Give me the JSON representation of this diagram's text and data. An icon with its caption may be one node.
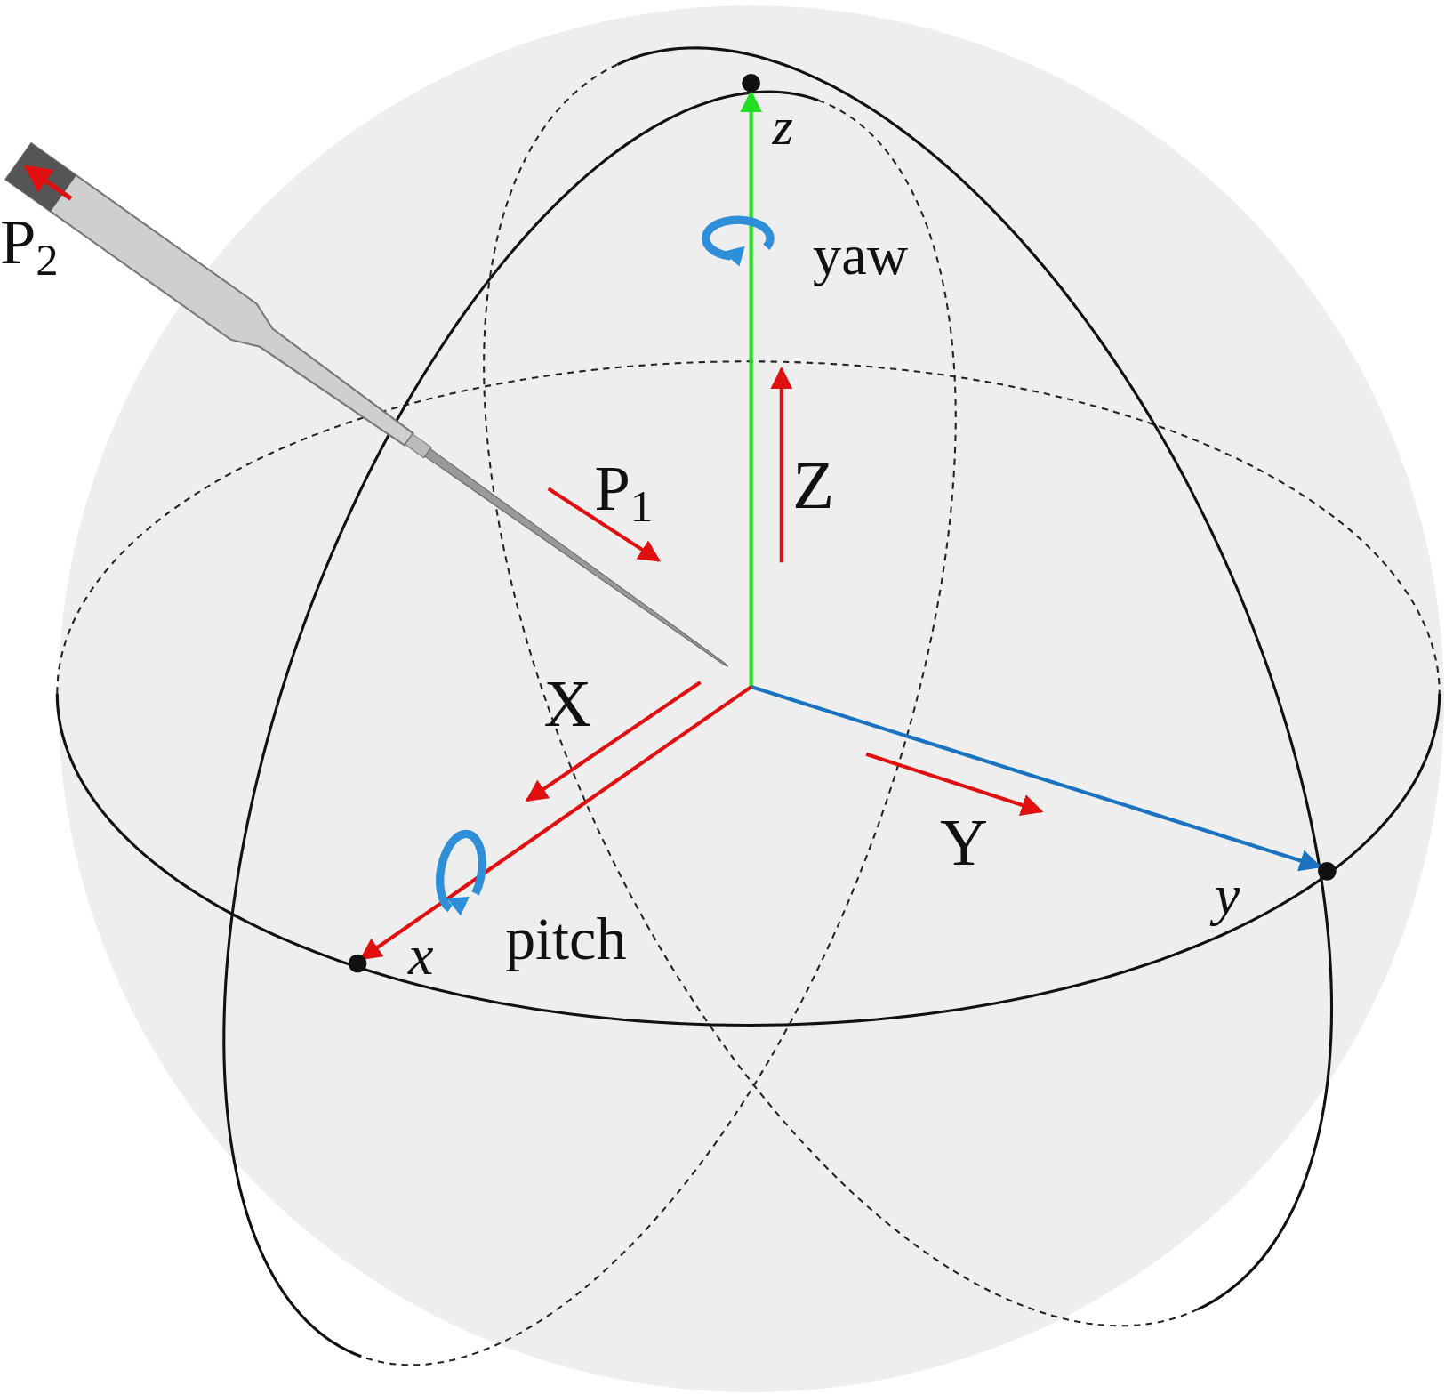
{
  "diagram": {
    "labels": [
      "z",
      "P$_{2}$",
      "yaw",
      "Z",
      "P$_{1}$",
      "X",
      "Y",
      "y",
      "pitch",
      "x"
    ]
  }
}
